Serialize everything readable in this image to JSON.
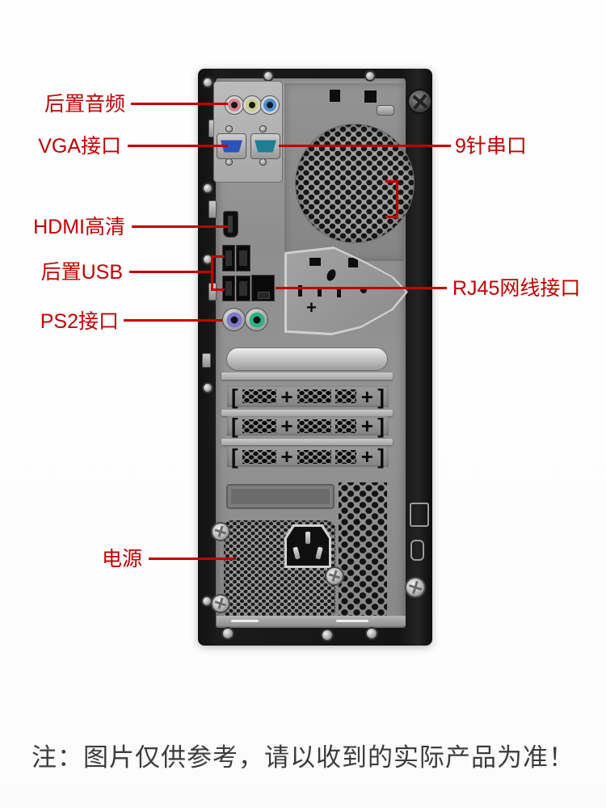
{
  "callouts": {
    "color": "#c30000",
    "rear_audio": {
      "label": "后置音频"
    },
    "vga": {
      "label": "VGA接口"
    },
    "serial9": {
      "label": "9针串口"
    },
    "hdmi": {
      "label": "HDMI高清"
    },
    "rear_usb": {
      "label": "后置USB"
    },
    "rj45": {
      "label": "RJ45网线接口"
    },
    "ps2": {
      "label": "PS2接口"
    },
    "power": {
      "label": "电源"
    }
  },
  "footer": {
    "note": "注：图片仅供参考，请以收到的实际产品为准！"
  },
  "device": {
    "description": "desktop-tower-rear-panel",
    "port_colors": {
      "audio_mic": "#d4848f",
      "audio_line_out": "#c9cf8d",
      "audio_line_in": "#4a8fd2",
      "vga": "#2d52b8",
      "serial": "#1e7f92",
      "ps2_keyboard": "#8177cc",
      "ps2_mouse": "#2fb27d"
    }
  },
  "glyphs": {
    "bracket_left": "[",
    "plus": "+",
    "bracket_right": "]"
  }
}
